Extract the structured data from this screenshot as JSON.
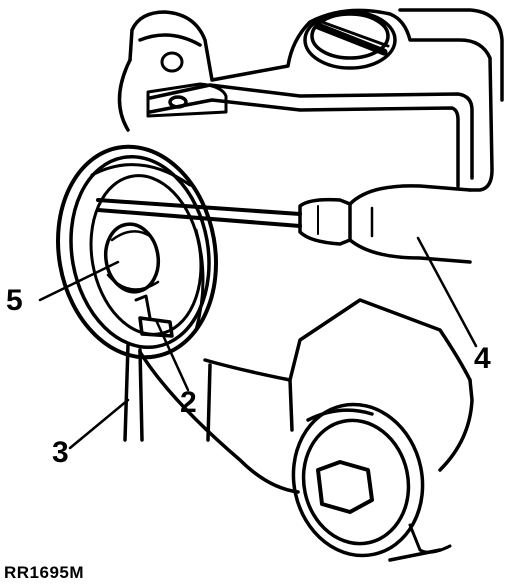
{
  "callouts": {
    "c2": "2",
    "c3": "3",
    "c4": "4",
    "c5": "5"
  },
  "reference_code": "RR1695M"
}
